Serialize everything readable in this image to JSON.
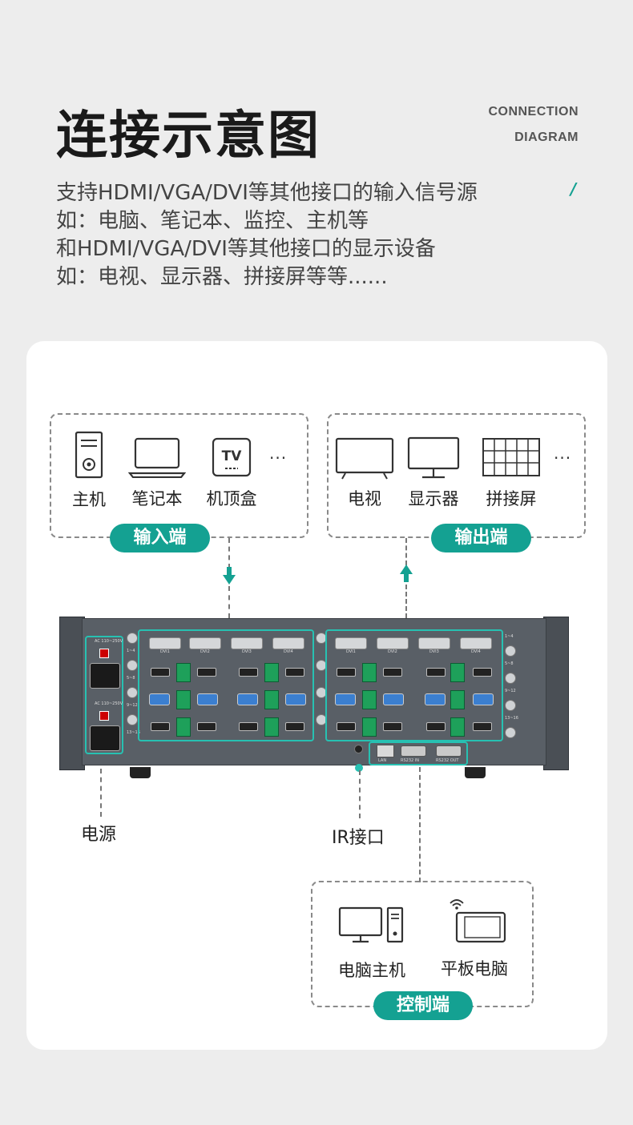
{
  "header": {
    "title": "连接示意图",
    "en_line1": "CONNECTION",
    "en_line2": "DIAGRAM",
    "slash": "/"
  },
  "description": [
    "支持HDMI/VGA/DVI等其他接口的输入信号源",
    "如：电脑、笔记本、监控、主机等",
    "和HDMI/VGA/DVI等其他接口的显示设备",
    "如：电视、显示器、拼接屏等等......"
  ],
  "input": {
    "label": "输入端",
    "devices": [
      "主机",
      "笔记本",
      "机顶盒"
    ],
    "tv_text": "TV",
    "more": "···"
  },
  "output": {
    "label": "输出端",
    "devices": [
      "电视",
      "显示器",
      "拼接屏"
    ],
    "more": "···"
  },
  "device_panel": {
    "power_ac_top": "AC 110~250V",
    "power_ac_bottom": "AC 110~250V",
    "dvi_in": [
      "DVI1",
      "DVI2",
      "DVI3",
      "DVI4"
    ],
    "dvi_out": [
      "DVI1",
      "DVI2",
      "DVI3",
      "DVI4"
    ],
    "row_labels_left": [
      "1~4",
      "5~8",
      "9~12",
      "13~16"
    ],
    "row_labels_right": [
      "1~4",
      "5~8",
      "9~12",
      "13~16"
    ],
    "lan": "LAN",
    "rs232_in": "RS232 IN",
    "rs232_out": "RS232 OUT"
  },
  "power_label": "电源",
  "ir_label": "IR接口",
  "control": {
    "label": "控制端",
    "devices": [
      "电脑主机",
      "平板电脑"
    ]
  },
  "colors": {
    "accent": "#14a192",
    "highlight": "#27c1b2"
  }
}
